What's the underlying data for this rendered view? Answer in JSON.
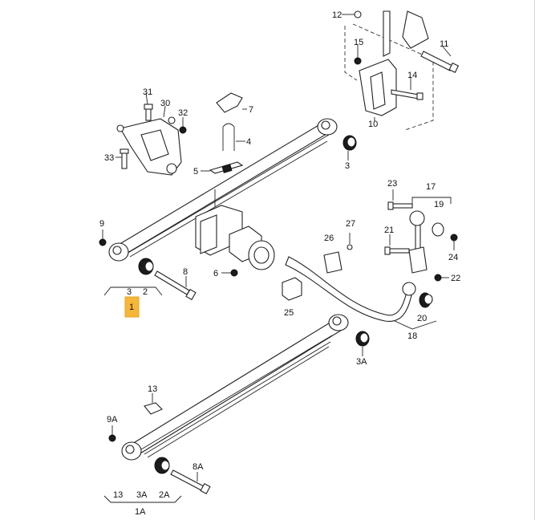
{
  "diagram": {
    "callouts": [
      {
        "id": "c12",
        "text": "12"
      },
      {
        "id": "c11",
        "text": "11"
      },
      {
        "id": "c15",
        "text": "15"
      },
      {
        "id": "c14",
        "text": "14"
      },
      {
        "id": "c10",
        "text": "10"
      },
      {
        "id": "c31",
        "text": "31"
      },
      {
        "id": "c30",
        "text": "30"
      },
      {
        "id": "c32",
        "text": "32"
      },
      {
        "id": "c7",
        "text": "7"
      },
      {
        "id": "c4",
        "text": "4"
      },
      {
        "id": "c5",
        "text": "5"
      },
      {
        "id": "c33",
        "text": "33"
      },
      {
        "id": "c3top",
        "text": "3"
      },
      {
        "id": "c9",
        "text": "9"
      },
      {
        "id": "c6",
        "text": "6"
      },
      {
        "id": "c8",
        "text": "8"
      },
      {
        "id": "c3",
        "text": "3"
      },
      {
        "id": "c2",
        "text": "2"
      },
      {
        "id": "c23",
        "text": "23"
      },
      {
        "id": "c17",
        "text": "17"
      },
      {
        "id": "c19",
        "text": "19"
      },
      {
        "id": "c27",
        "text": "27"
      },
      {
        "id": "c26",
        "text": "26"
      },
      {
        "id": "c21",
        "text": "21"
      },
      {
        "id": "c24",
        "text": "24"
      },
      {
        "id": "c22",
        "text": "22"
      },
      {
        "id": "c25",
        "text": "25"
      },
      {
        "id": "c20",
        "text": "20"
      },
      {
        "id": "c18",
        "text": "18"
      },
      {
        "id": "c3A",
        "text": "3A"
      },
      {
        "id": "c13top",
        "text": "13"
      },
      {
        "id": "c9A",
        "text": "9A"
      },
      {
        "id": "c8A",
        "text": "8A"
      },
      {
        "id": "c13",
        "text": "13"
      },
      {
        "id": "c3A2",
        "text": "3A"
      },
      {
        "id": "c2A",
        "text": "2A"
      },
      {
        "id": "c1A",
        "text": "1A"
      }
    ],
    "highlight": {
      "id": "highlight-marker",
      "text": "1"
    }
  }
}
